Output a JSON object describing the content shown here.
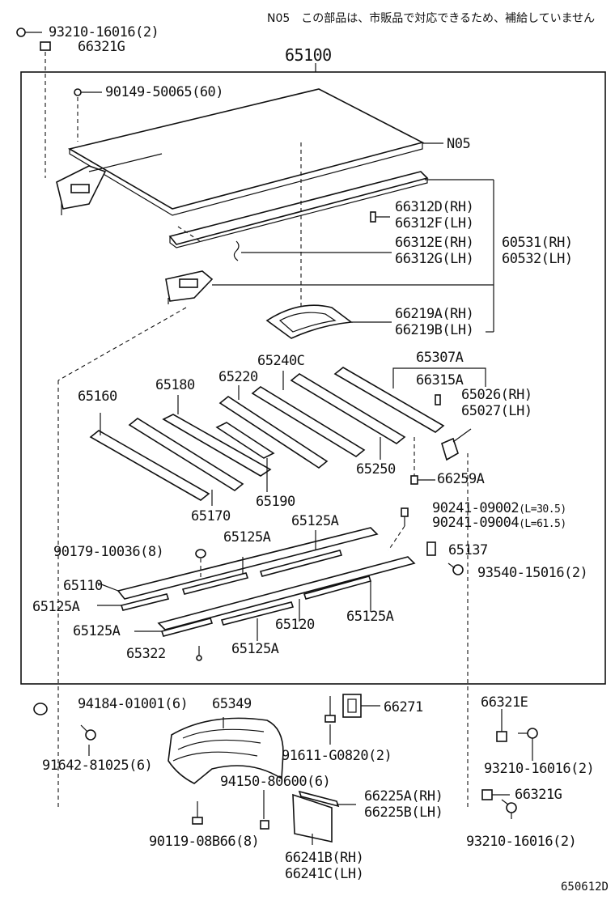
{
  "note": "N05　この部品は、市販品で対応できるため、補給していません",
  "assembly_number": "65100",
  "diagram_code": "650612D",
  "labels": {
    "l01": "93210-16016(2)",
    "l02": "66321G",
    "l03": "90149-50065(60)",
    "l04": "N05",
    "l05": "66312D(RH)",
    "l06": "66312F(LH)",
    "l07": "66312E(RH)",
    "l08": "66312G(LH)",
    "l09": "60531(RH)",
    "l10": "60532(LH)",
    "l11": "66219A(RH)",
    "l12": "66219B(LH)",
    "l13": "65240C",
    "l14": "65307A",
    "l15": "65220",
    "l16": "66315A",
    "l17": "65180",
    "l18": "65160",
    "l19": "65026(RH)",
    "l20": "65027(LH)",
    "l21": "65250",
    "l22": "66259A",
    "l23": "65170",
    "l24": "65190",
    "l25": "90241-09002",
    "l25s": "(L=30.5)",
    "l26": "90241-09004",
    "l26s": "(L=61.5)",
    "l27": "65125A",
    "l28": "65125A",
    "l29": "90179-10036(8)",
    "l30": "65137",
    "l31": "65110",
    "l32": "93540-15016(2)",
    "l33": "65125A",
    "l34": "65120",
    "l35": "65125A",
    "l36": "65125A",
    "l37": "65322",
    "l38": "65125A",
    "l39": "94184-01001(6)",
    "l40": "65349",
    "l41": "66271",
    "l42": "66321E",
    "l43": "91642-81025(6)",
    "l44": "91611-G0820(2)",
    "l45": "93210-16016(2)",
    "l46": "94150-80600(6)",
    "l47": "66225A(RH)",
    "l48": "66225B(LH)",
    "l49": "66321G",
    "l50": "90119-08B66(8)",
    "l51": "93210-16016(2)",
    "l52": "66241B(RH)",
    "l53": "66241C(LH)"
  }
}
